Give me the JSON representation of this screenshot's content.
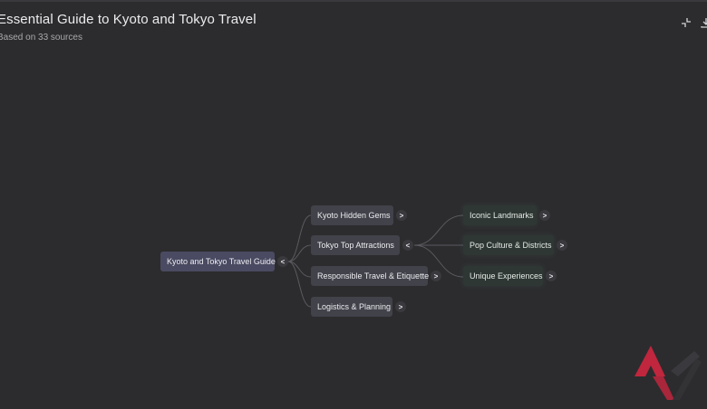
{
  "header": {
    "title": "Essential Guide to Kyoto and Tokyo Travel",
    "subtitle": "Based on 33 sources"
  },
  "toolbar": {
    "collapse_icon": "collapse-icon",
    "download_icon": "download-icon"
  },
  "mindmap": {
    "root": {
      "label": "Kyoto and Tokyo Travel Guide",
      "toggle": "<"
    },
    "branches": [
      {
        "label": "Kyoto Hidden Gems",
        "toggle": ">"
      },
      {
        "label": "Tokyo Top Attractions",
        "toggle": "<"
      },
      {
        "label": "Responsible Travel & Etiquette",
        "toggle": ">"
      },
      {
        "label": "Logistics & Planning",
        "toggle": ">"
      }
    ],
    "leaves": [
      {
        "label": "Iconic Landmarks",
        "toggle": ">"
      },
      {
        "label": "Pop Culture & Districts",
        "toggle": ">"
      },
      {
        "label": "Unique Experiences",
        "toggle": ">"
      }
    ]
  },
  "colors": {
    "background": "#2c2c2e",
    "root_node": "#4a4a62",
    "branch_node": "#41424a",
    "leaf_node": "#2e3733",
    "edge": "#5a5a60",
    "logo_red": "#c0263d"
  },
  "watermark": {
    "icon": "android-police-logo"
  }
}
